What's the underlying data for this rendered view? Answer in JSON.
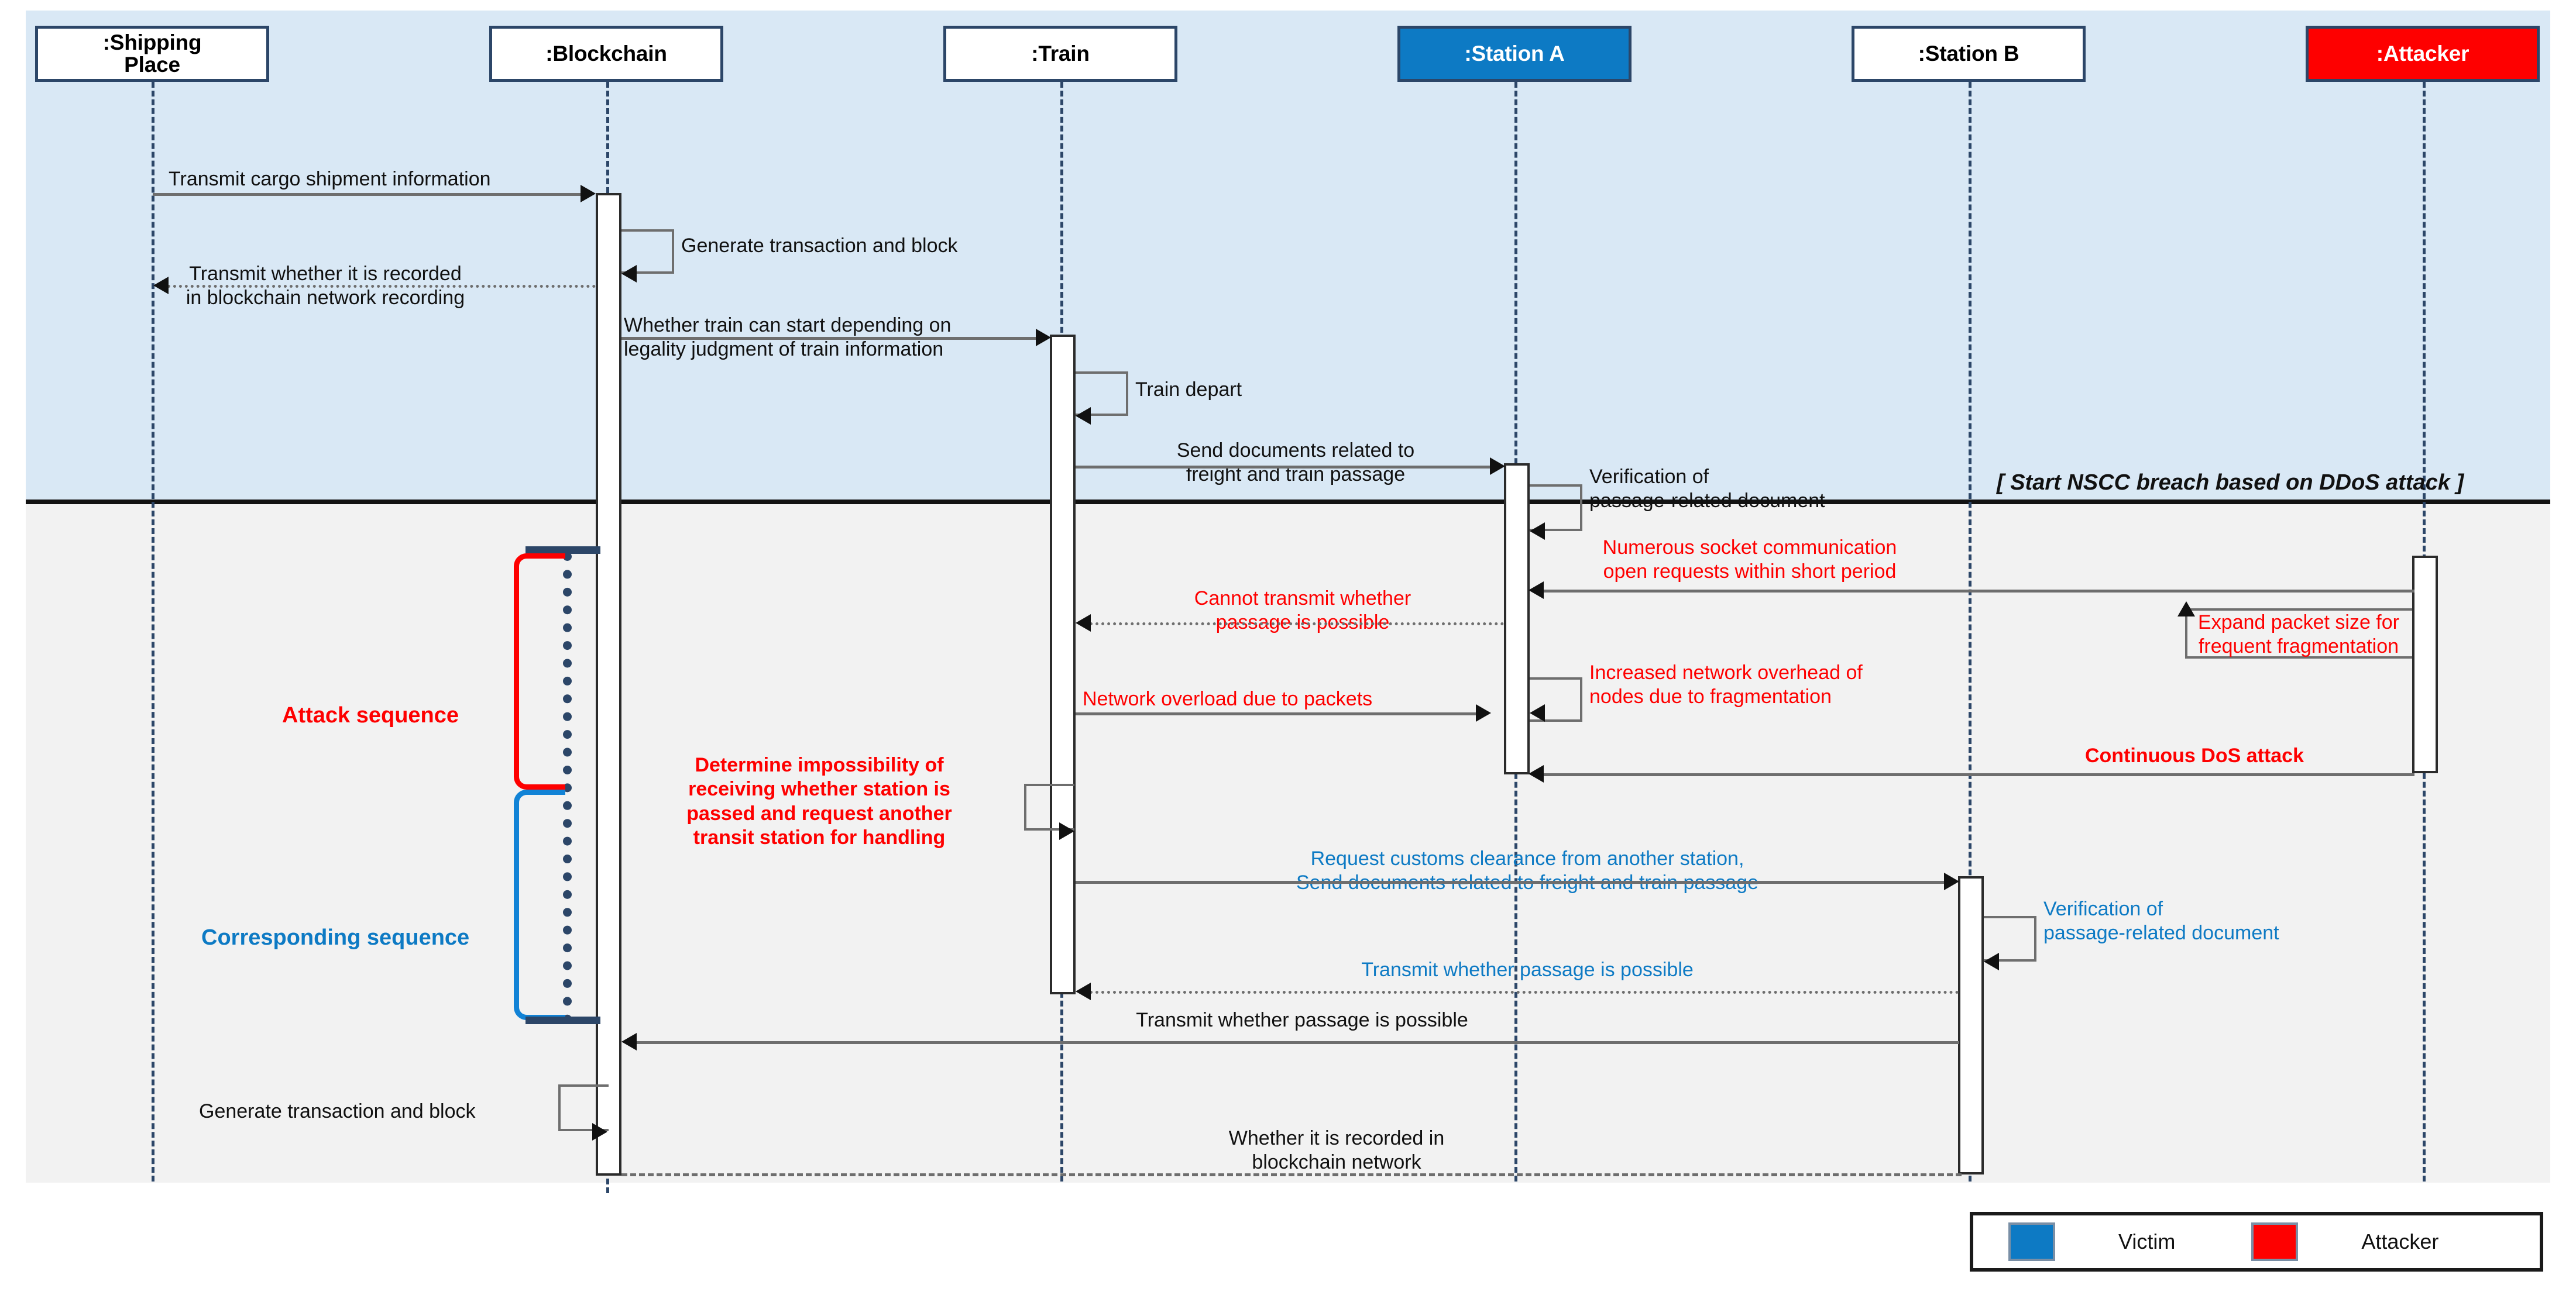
{
  "actors": [
    {
      "id": "shipping",
      "label": ":Shipping Place",
      "label_lines": [
        ":Shipping",
        "Place"
      ],
      "fill": "white"
    },
    {
      "id": "blockchain",
      "label": ":Blockchain",
      "fill": "white"
    },
    {
      "id": "train",
      "label": ":Train",
      "fill": "white"
    },
    {
      "id": "stationA",
      "label": ":Station A",
      "fill": "blue"
    },
    {
      "id": "stationB",
      "label": ":Station B",
      "fill": "white"
    },
    {
      "id": "attacker",
      "label": ":Attacker",
      "fill": "red"
    }
  ],
  "fragment": {
    "label": "[ Start NSCC breach based on DDoS attack ]"
  },
  "annotations": {
    "attack_sequence": "Attack sequence",
    "corresponding_sequence": "Corresponding sequence"
  },
  "messages": [
    {
      "id": "m1",
      "text": "Transmit cargo shipment information",
      "from": "shipping",
      "to": "blockchain",
      "kind": "call",
      "color": "black"
    },
    {
      "id": "m2",
      "text": "Generate transaction and block",
      "from": "blockchain",
      "to": "blockchain",
      "kind": "self",
      "color": "black"
    },
    {
      "id": "m3",
      "text": "Transmit whether it is recorded in blockchain network recording",
      "lines": [
        "Transmit whether it is recorded",
        "in blockchain network recording"
      ],
      "from": "blockchain",
      "to": "shipping",
      "kind": "return",
      "color": "black"
    },
    {
      "id": "m4",
      "text": "Whether train can start depending on legality judgment of train information",
      "lines": [
        "Whether train can start depending on",
        "legality judgment of train information"
      ],
      "from": "blockchain",
      "to": "train",
      "kind": "call",
      "color": "black"
    },
    {
      "id": "m5",
      "text": "Train depart",
      "from": "train",
      "to": "train",
      "kind": "self",
      "color": "black"
    },
    {
      "id": "m6",
      "text": "Send documents related to freight and train passage",
      "lines": [
        "Send documents related to",
        "freight and train passage"
      ],
      "from": "train",
      "to": "stationA",
      "kind": "call",
      "color": "black"
    },
    {
      "id": "m7",
      "text": "Verification of passage-related document",
      "lines": [
        "Verification of",
        "passage-related document"
      ],
      "from": "stationA",
      "to": "stationA",
      "kind": "self",
      "color": "black"
    },
    {
      "id": "m8",
      "text": "Numerous socket communication open requests within short period",
      "lines": [
        "Numerous socket communication",
        "open requests within short period"
      ],
      "from": "attacker",
      "to": "stationA",
      "kind": "call",
      "color": "red"
    },
    {
      "id": "m9",
      "text": "Cannot transmit whether passage is possible",
      "lines": [
        "Cannot transmit whether",
        "passage is possible"
      ],
      "from": "stationA",
      "to": "train",
      "kind": "return",
      "color": "red"
    },
    {
      "id": "m10",
      "text": "Expand packet size for frequent fragmentation",
      "lines": [
        "Expand packet size for",
        "frequent fragmentation"
      ],
      "from": "attacker",
      "to": "attacker",
      "kind": "self",
      "color": "red"
    },
    {
      "id": "m11",
      "text": "Network overload due to packets",
      "from": "train",
      "to": "stationA",
      "kind": "call",
      "color": "red"
    },
    {
      "id": "m12",
      "text": "Increased network overhead of nodes due to fragmentation",
      "lines": [
        "Increased network overhead of",
        "nodes due to fragmentation"
      ],
      "from": "stationA",
      "to": "stationA",
      "kind": "self",
      "color": "red"
    },
    {
      "id": "m13",
      "text": "Continuous DoS attack",
      "from": "attacker",
      "to": "stationA",
      "kind": "call",
      "color": "red",
      "bold": true
    },
    {
      "id": "m14",
      "text": "Determine impossibility of receiving whether station is passed and request another transit station for handling",
      "lines": [
        "Determine impossibility of",
        "receiving whether station is",
        "passed and request another",
        "transit station for handling"
      ],
      "from": "train",
      "to": "train",
      "kind": "self",
      "color": "red",
      "bold": true
    },
    {
      "id": "m15",
      "text": "Request customs clearance from another station, Send documents related to freight and train passage",
      "lines": [
        "Request customs clearance from another station,",
        "Send documents related to freight and train passage"
      ],
      "from": "train",
      "to": "stationB",
      "kind": "call",
      "color": "blue"
    },
    {
      "id": "m16",
      "text": "Verification of passage-related document",
      "lines": [
        "Verification of",
        "passage-related document"
      ],
      "from": "stationB",
      "to": "stationB",
      "kind": "self",
      "color": "blue"
    },
    {
      "id": "m17",
      "text": "Transmit whether passage is possible",
      "from": "stationB",
      "to": "train",
      "kind": "return",
      "color": "blue"
    },
    {
      "id": "m18",
      "text": "Transmit whether passage is possible",
      "from": "stationB",
      "to": "blockchain",
      "kind": "call",
      "color": "black"
    },
    {
      "id": "m19",
      "text": "Generate transaction and block",
      "from": "blockchain",
      "to": "blockchain",
      "kind": "self",
      "color": "black"
    },
    {
      "id": "m20",
      "text": "Whether it is recorded in blockchain network",
      "lines": [
        "Whether it is recorded in",
        "blockchain network"
      ],
      "from": "blockchain",
      "to": "stationB",
      "kind": "return",
      "color": "black"
    }
  ],
  "legend": {
    "items": [
      {
        "label": "Victim",
        "color": "#0d7ac4"
      },
      {
        "label": "Attacker",
        "color": "#fe0000"
      }
    ]
  },
  "colors": {
    "victim_blue": "#0d7ac4",
    "attacker_red": "#fe0000",
    "band_top": "#d9e8f5",
    "band_bottom": "#f2f2f2",
    "lifeline": "#2c4668"
  }
}
